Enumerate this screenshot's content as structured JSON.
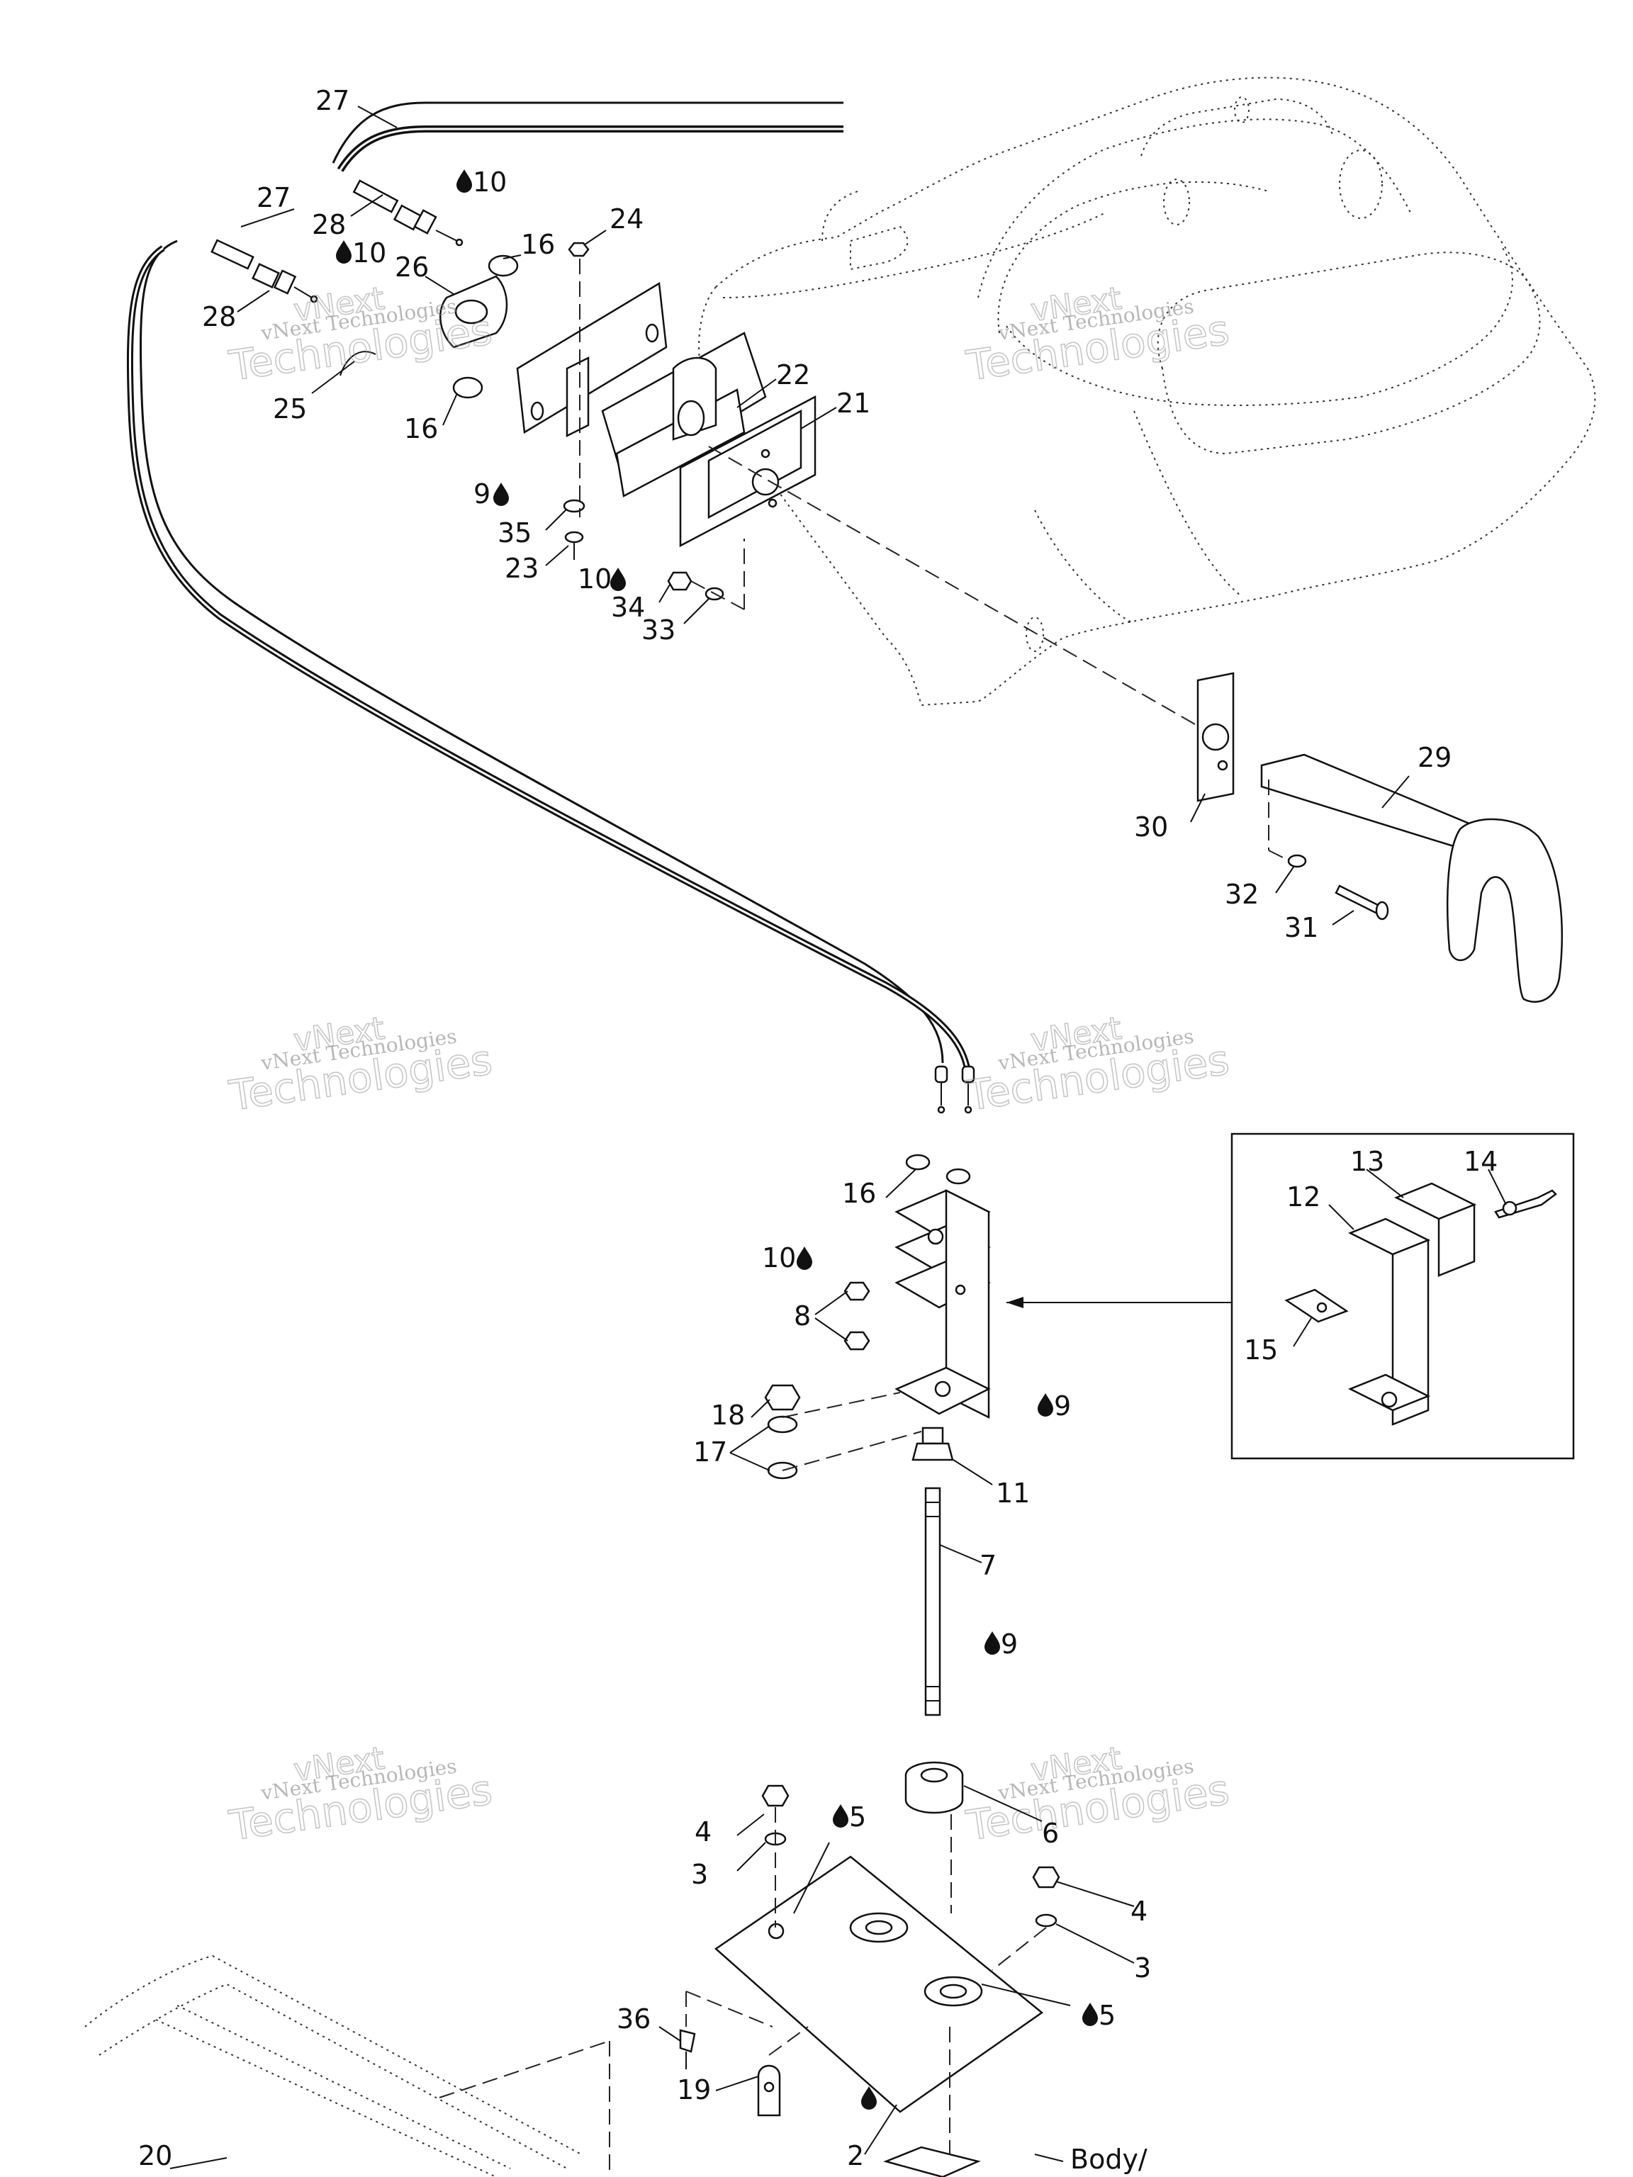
{
  "watermark": {
    "line1": "vNext Technologies",
    "line2": "vNext",
    "line3": "Technologies"
  },
  "callouts": {
    "c27a": "27",
    "c27b": "27",
    "c28a": "28",
    "c28b": "28",
    "c10a": "10",
    "c10b": "10",
    "c10c": "10",
    "c10d": "10",
    "c16a": "16",
    "c16b": "16",
    "c16c": "16",
    "c24": "24",
    "c26": "26",
    "c25": "25",
    "c22": "22",
    "c21": "21",
    "c9a": "9",
    "c9b": "9",
    "c9c": "9",
    "c35": "35",
    "c23": "23",
    "c34": "34",
    "c33": "33",
    "c29": "29",
    "c30": "30",
    "c32": "32",
    "c31": "31",
    "c13": "13",
    "c14": "14",
    "c12": "12",
    "c15": "15",
    "c8": "8",
    "c18": "18",
    "c17": "17",
    "c11": "11",
    "c7": "7",
    "c6": "6",
    "c4a": "4",
    "c4b": "4",
    "c3a": "3",
    "c3b": "3",
    "c5a": "5",
    "c5b": "5",
    "c36": "36",
    "c19": "19",
    "c2": "2",
    "c20": "20"
  },
  "body_label": "Body/"
}
